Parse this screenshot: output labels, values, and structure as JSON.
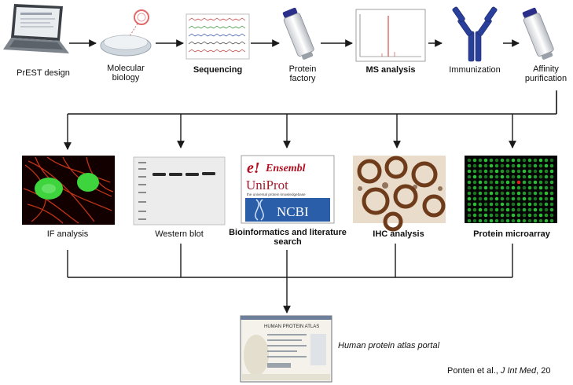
{
  "pipeline": {
    "steps": [
      {
        "id": "prest",
        "label": "PrEST design",
        "bold": false
      },
      {
        "id": "molbio",
        "label": "Molecular\nbiology",
        "bold": false
      },
      {
        "id": "seq",
        "label": "Sequencing",
        "bold": true
      },
      {
        "id": "factory",
        "label": "Protein\nfactory",
        "bold": false
      },
      {
        "id": "ms",
        "label": "MS analysis",
        "bold": true
      },
      {
        "id": "immun",
        "label": "Immunization",
        "bold": false
      },
      {
        "id": "affinity",
        "label": "Affinity\npurification",
        "bold": false
      }
    ],
    "analyses": [
      {
        "id": "if",
        "label": "IF analysis",
        "bold": false
      },
      {
        "id": "wb",
        "label": "Western blot",
        "bold": false
      },
      {
        "id": "bio",
        "label": "Bioinformatics and literature\nsearch",
        "bold": true
      },
      {
        "id": "ihc",
        "label": "IHC analysis",
        "bold": true
      },
      {
        "id": "array",
        "label": "Protein microarray",
        "bold": true
      }
    ],
    "portal": {
      "label": "Human protein atlas portal",
      "screen_title": "HUMAN PROTEIN ATLAS"
    },
    "logos": {
      "ensembl_e": "e!",
      "ensembl": "Ensembl",
      "uniprot": "UniProt",
      "uniprot_sub": "the universal protein knowledgebase",
      "ncbi": "NCBI"
    }
  },
  "citation": {
    "prefix": "Ponten et al., ",
    "journal": "J Int Med",
    "suffix": ", 20"
  },
  "colors": {
    "arrow": "#1a1a1a",
    "if_bg": "#120000",
    "if_red": "#d43a1a",
    "if_green": "#3ed43e",
    "array_bg": "#050505",
    "array_dot": "#2ec83a",
    "array_red": "#e02020",
    "ihc_bg": "#e9dccb",
    "ihc_stain": "#6e3c1a",
    "ncbi_blue": "#2a5ea8",
    "ensembl_red": "#b01020",
    "uniprot_red": "#a51c30",
    "antibody_blue": "#2a3f9a"
  }
}
